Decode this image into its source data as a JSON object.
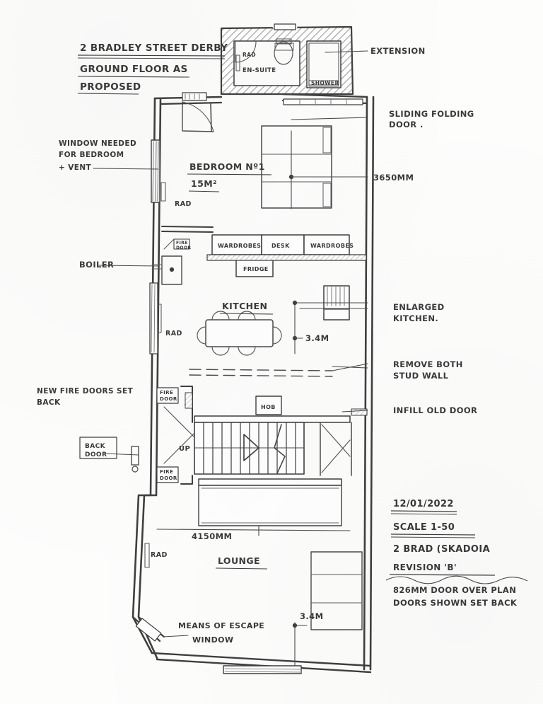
{
  "drawing": {
    "title_lines": [
      "2 BRADLEY STREET DERBY",
      "GROUND FLOOR AS",
      "PROPOSED"
    ],
    "sheet_label": "architectural-floor-plan"
  },
  "title_block": {
    "date": "12/01/2022",
    "scale": "SCALE 1-50",
    "project_ref": "2 BRAD (SKADOIA",
    "revision": "REVISION 'B'",
    "notes": [
      "826MM DOOR OVER PLAN",
      "DOORS SHOWN SET BACK"
    ]
  },
  "annotations": {
    "extension": "EXTENSION",
    "sliding_folding_door": [
      "SLIDING FOLDING",
      "DOOR ."
    ],
    "window_needed": [
      "WINDOW NEEDED",
      "FOR BEDROOM",
      "+ VENT"
    ],
    "boiler": "BOILER",
    "enlarged_kitchen": [
      "ENLARGED",
      "KITCHEN."
    ],
    "remove_stud_wall": [
      "REMOVE BOTH",
      "STUD WALL"
    ],
    "infill_old_door": "INFILL OLD DOOR",
    "new_fire_doors": [
      "NEW FIRE DOORS SET",
      "BACK"
    ],
    "means_of_escape": [
      "MEANS OF ESCAPE",
      "WINDOW"
    ]
  },
  "rooms": {
    "bedroom1_name": "BEDROOM Nº1",
    "bedroom1_area": "15M²",
    "kitchen": "KITCHEN",
    "lounge": "LOUNGE",
    "ensuite": "EN-SUITE",
    "shower": "SHOWER"
  },
  "fixtures": {
    "wardrobes_left": "WARDROBES",
    "desk": "DESK",
    "wardrobes_right": "WARDROBES",
    "fridge": "FRIDGE",
    "hob": "HOB",
    "rad_ensuite": "RAD",
    "rad_bedroom": "RAD",
    "rad_hall": "RAD",
    "rad_lounge": "RAD",
    "fire_door_top": "FIRE DOOR",
    "fire_door_mid": "FIRE DOOR",
    "fire_door_low": "FIRE DOOR",
    "back_door": "BACK DOOR",
    "up_arrow_label": "UP"
  },
  "dimensions": {
    "bedroom_width": "3650MM",
    "kitchen_width": "3.4M",
    "lounge_width": "4150MM",
    "lounge_depth": "3.4M"
  },
  "colors": {
    "ink": "#3a3a3a",
    "ink_light": "#6b6b6b",
    "paper": "#fdfdfc",
    "hatch": "#8a8a8a"
  }
}
